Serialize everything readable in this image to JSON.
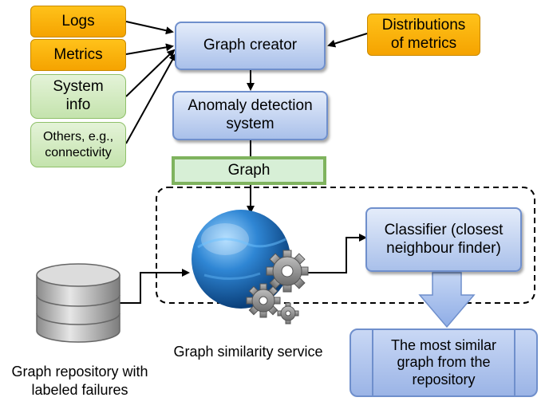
{
  "inputs": {
    "logs": "Logs",
    "metrics": "Metrics",
    "system_info": "System info",
    "others": "Others, e.g., connectivity",
    "distributions": "Distributions of metrics"
  },
  "pipeline": {
    "graph_creator": "Graph creator",
    "anomaly_detection": "Anomaly detection system",
    "graph": "Graph"
  },
  "service": {
    "classifier": "Classifier (closest neighbour finder)",
    "service_label": "Graph similarity service",
    "result": "The most similar graph from the repository"
  },
  "repository": {
    "label": "Graph repository with labeled failures"
  },
  "colors": {
    "orange": "#f5a300",
    "green": "#c4e3ad",
    "blue": "#a9c0ea",
    "globe": "#1f6fc0"
  }
}
